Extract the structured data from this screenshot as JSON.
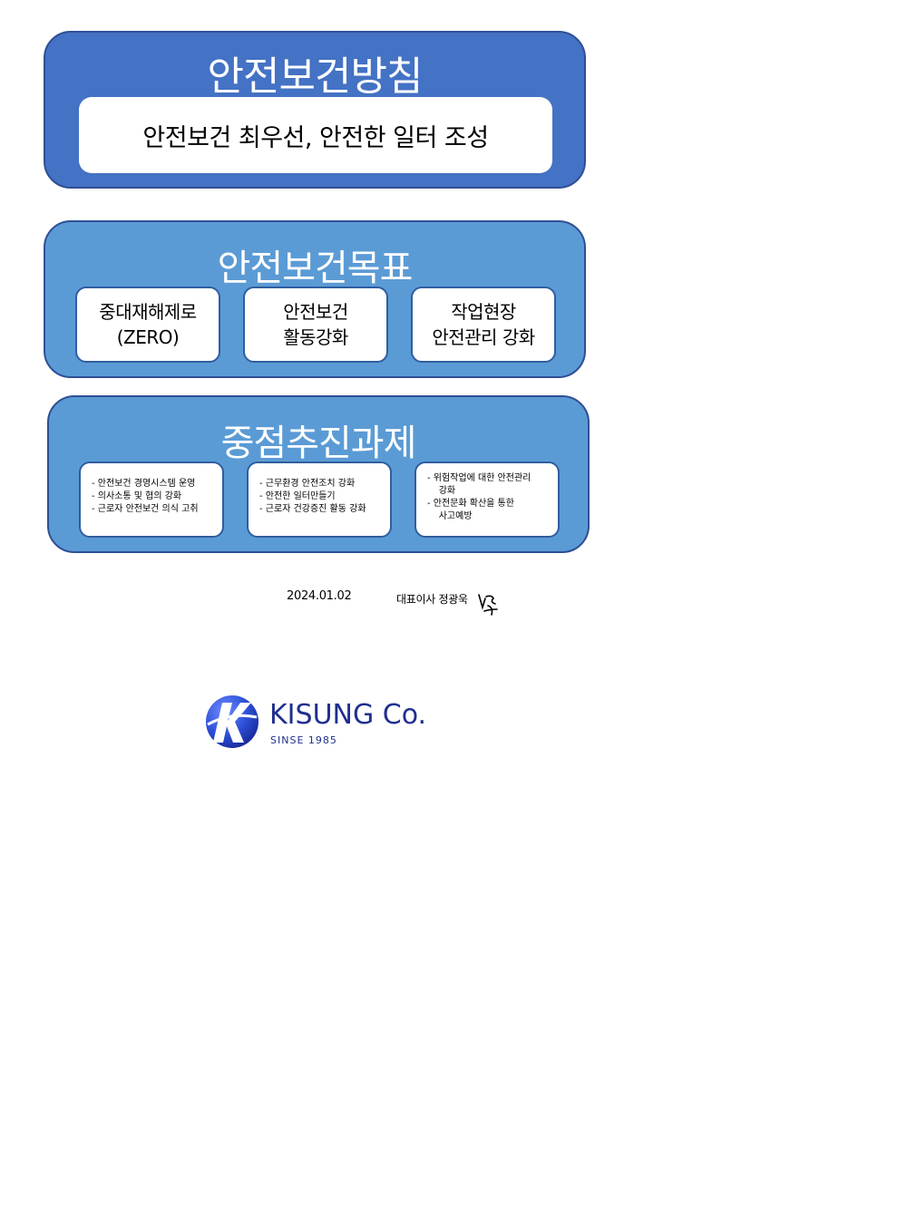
{
  "policy": {
    "title": "안전보건방침",
    "statement": "안전보건 최우선, 안전한 일터 조성"
  },
  "goals": {
    "title": "안전보건목표",
    "items": [
      {
        "line1": "중대재해제로",
        "line2": "(ZERO)"
      },
      {
        "line1": "안전보건",
        "line2": "활동강화"
      },
      {
        "line1": "작업현장",
        "line2": "안전관리 강화"
      }
    ]
  },
  "tasks": {
    "title": "중점추진과제",
    "cards": [
      {
        "lines": [
          "-  안전보건 경영시스템 운영",
          "-  의사소통 및 협의 강화",
          "-  근로자 안전보건 의식 고취"
        ]
      },
      {
        "lines": [
          "-  근무환경 안전조치 강화",
          "-  안전한 일터만들기",
          "-  근로자 건강증진 활동 강화"
        ]
      },
      {
        "lines": [
          "-  위험작업에 대한 안전관리",
          "    강화",
          "-  안전문화 확산을 통한",
          "    사고예방"
        ]
      }
    ]
  },
  "footer": {
    "date": "2024.01.02",
    "ceo": "대표이사 정광욱"
  },
  "logo": {
    "letter": "K",
    "name": "KISUNG Co.",
    "since": "SINSE 1985",
    "colors": {
      "navy": "#1f2f8f",
      "blue": "#2b4fd6"
    }
  },
  "colors": {
    "policy_panel": "#4472c4",
    "goal_panel": "#5b9bd5",
    "border": "#2f4f95"
  }
}
